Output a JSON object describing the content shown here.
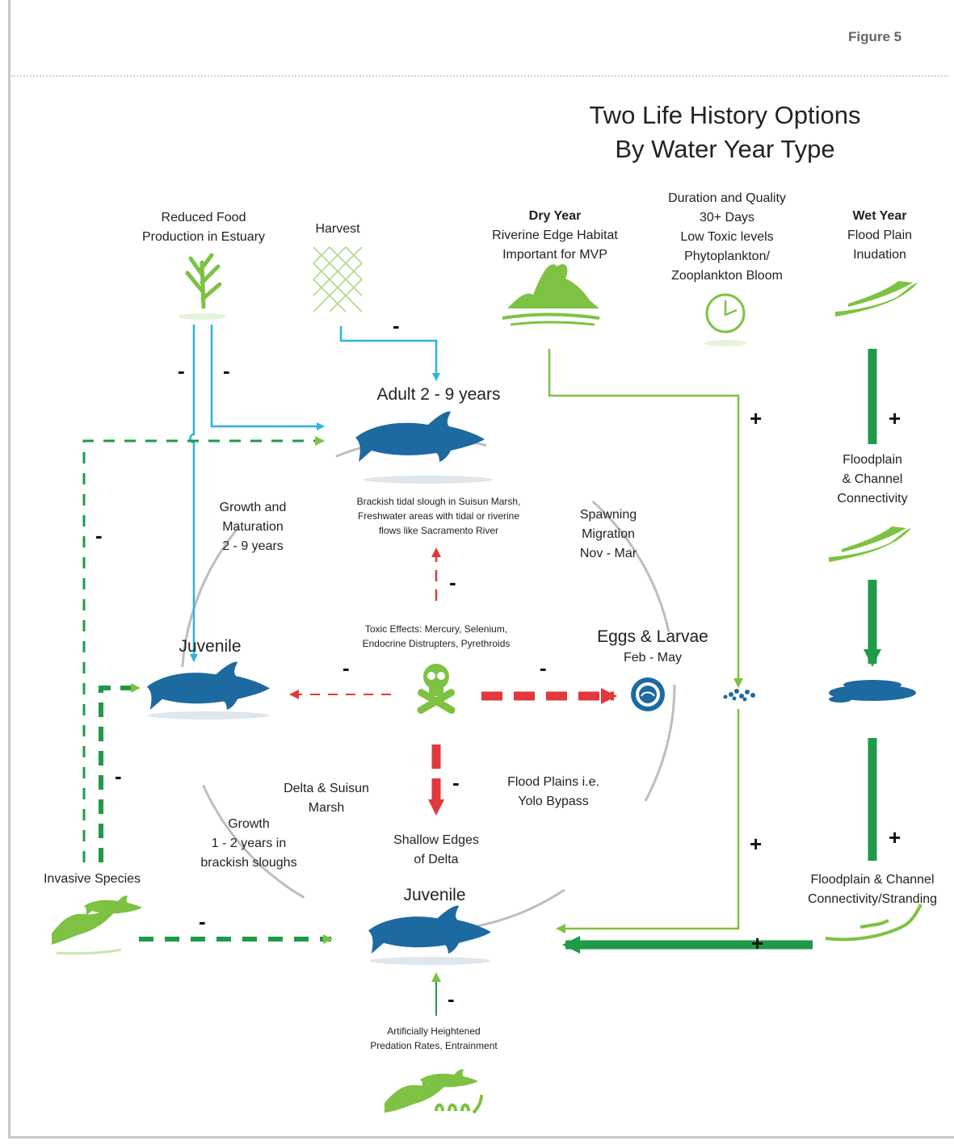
{
  "figure_label": "Figure 5",
  "title_line1": "Two Life History Options",
  "title_line2": "By Water Year Type",
  "colors": {
    "fish_blue": "#1c6aa0",
    "green": "#7dc242",
    "dark_green": "#1e9a48",
    "cyan": "#29b5e1",
    "red": "#e0383d",
    "grey": "#bdbdbd"
  },
  "stressors": {
    "food_line1": "Reduced Food",
    "food_line2": "Production in Estuary",
    "harvest": "Harvest",
    "invasive": "Invasive Species",
    "predation_line1": "Artificially Heightened",
    "predation_line2": "Predation Rates, Entrainment",
    "toxic_line1": "Toxic Effects: Mercury, Selenium,",
    "toxic_line2": "Endocrine Distrupters, Pyrethroids"
  },
  "dry_year": {
    "heading": "Dry Year",
    "line2": "Riverine Edge Habitat",
    "line3": "Important for MVP"
  },
  "duration": {
    "line1": "Duration and Quality",
    "line2": "30+ Days",
    "line3": "Low Toxic levels",
    "line4": "Phytoplankton/",
    "line5": "Zooplankton Bloom"
  },
  "wet_year": {
    "heading": "Wet Year",
    "line2": "Flood Plain",
    "line3": "Inudation"
  },
  "stages": {
    "adult": "Adult 2 - 9 years",
    "adult_hab1": "Brackish tidal slough in Suisun Marsh,",
    "adult_hab2": "Freshwater areas with tidal or riverine",
    "adult_hab3": "flows like Sacramento River",
    "juvenile_top": "Juvenile",
    "juvenile_bottom": "Juvenile",
    "eggs": "Eggs & Larvae",
    "eggs_months": "Feb - May"
  },
  "transitions": {
    "growth_mat1": "Growth and",
    "growth_mat2": "Maturation",
    "growth_mat3": "2 - 9 years",
    "spawn1": "Spawning",
    "spawn2": "Migration",
    "spawn3": "Nov - Mar",
    "growth1": "Growth",
    "growth2": "1 - 2 years in",
    "growth3": "brackish sloughs",
    "delta1": "Delta & Suisun",
    "delta2": "Marsh",
    "shallow1": "Shallow Edges",
    "shallow2": "of Delta",
    "flood1": "Flood Plains i.e.",
    "flood2": "Yolo Bypass"
  },
  "right_column": {
    "conn1": "Floodplain",
    "conn2": "& Channel",
    "conn3": "Connectivity",
    "strand1": "Floodplain & Channel",
    "strand2": "Connectivity/Stranding"
  },
  "signs": {
    "minus": "-",
    "plus": "+"
  }
}
